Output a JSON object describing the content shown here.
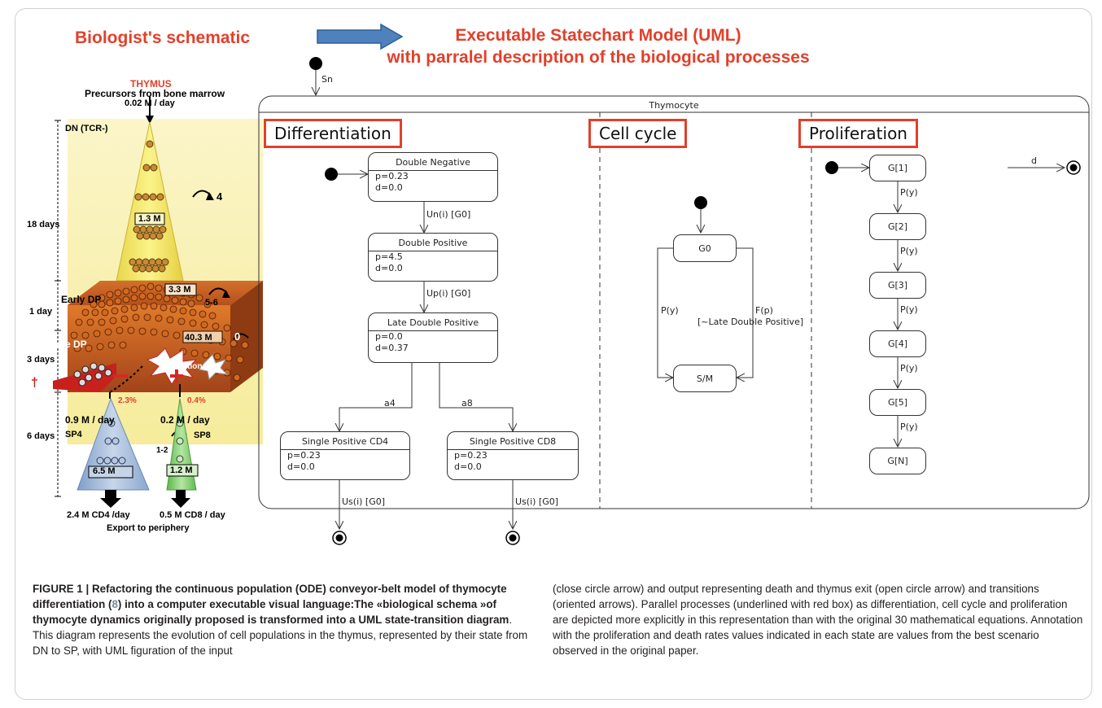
{
  "headers": {
    "left": "Biologist's schematic",
    "right_line1": "Executable Statechart Model (UML)",
    "right_line2": "with parralel description of the biological processes"
  },
  "schematic": {
    "thymus": "THYMUS",
    "precursors": "Precursors from bone marrow",
    "input_rate": "0.02 M / day",
    "dn": "DN (TCR-)",
    "dn_count": "1.3 M",
    "dn_cycles": "4",
    "dn_days": "18 days",
    "early_dp": "Early DP",
    "early_dp_count": "3.3 M",
    "early_dp_cycles": "5-6",
    "early_dp_days": "1 day",
    "late_dp": "Late DP",
    "late_dp_count": "40.3 M",
    "late_dp_cycles": "0",
    "late_dp_days": "3 days",
    "selection": "Selection",
    "dagger": "†",
    "sp4_pct": "2.3%",
    "sp8_pct": "0.4%",
    "sp4_rate": "0.9 M / day",
    "sp8_rate": "0.2 M / day",
    "sp4": "SP4",
    "sp8": "SP8",
    "sp_days": "6 days",
    "sp_cycles": "1-2",
    "sp4_count": "6.5 M",
    "sp8_count": "1.2 M",
    "cd4_out": "2.4 M CD4 /day",
    "cd8_out": "0.5 M CD8 / day",
    "export": "Export to periphery"
  },
  "statechart": {
    "initial_label": "Sn",
    "container": "Thymocyte",
    "regions": [
      "Differentiation",
      "Cell cycle",
      "Proliferation"
    ],
    "differentiation": {
      "states": [
        {
          "name": "Double Negative",
          "p": "p=0.23",
          "d": "d=0.0"
        },
        {
          "name": "Double Positive",
          "p": "p=4.5",
          "d": "d=0.0"
        },
        {
          "name": "Late Double Positive",
          "p": "p=0.0",
          "d": "d=0.37"
        },
        {
          "name": "Single Positive CD4",
          "p": "p=0.23",
          "d": "d=0.0"
        },
        {
          "name": "Single Positive CD8",
          "p": "p=0.23",
          "d": "d=0.0"
        }
      ],
      "transitions": [
        "Un(i) [G0]",
        "Up(i) [G0]",
        "a4",
        "a8",
        "Us(i) [G0]",
        "Us(i) [G0]"
      ]
    },
    "cell_cycle": {
      "states": [
        "G0",
        "S/M"
      ],
      "left_transition": "P(y)",
      "right_transition_1": "F(p)",
      "right_transition_2": "[~Late Double Positive]"
    },
    "proliferation": {
      "states": [
        "G[1]",
        "G[2]",
        "G[3]",
        "G[4]",
        "G[5]",
        "G[N]"
      ],
      "transition": "P(y)",
      "exit_label": "d"
    }
  },
  "caption": {
    "lead_1": "FIGURE 1 | Refactoring the continuous population (ODE) conveyor-belt model of thymocyte differentiation (",
    "ref": "8",
    "lead_2": ") into a computer executable visual language:The «biological schema »of thymocyte dynamics originally proposed is transformed into a UML state-transition diagram",
    "body_left": ". This diagram represents the evolution of cell populations in the thymus, represented by their state from DN to SP, with UML figuration of the input",
    "body_right": "(close circle arrow) and output representing death and thymus exit (open circle arrow) and transitions (oriented arrows). Parallel processes (underlined with red box) as differentiation, cell cycle and proliferation are depicted more explicitly in this representation than with the original 30 mathematical equations. Annotation with the proliferation and death rates values indicated in each state are values from the best scenario observed in the original paper."
  },
  "colors": {
    "header_red": "#e2402b",
    "arrow_blue": "#4f81bd",
    "dn_yellow": "#f5ee7a",
    "dp_orange": "#c2571a",
    "sp4_blue": "#9db6d9",
    "sp8_green": "#7fcf6a"
  }
}
